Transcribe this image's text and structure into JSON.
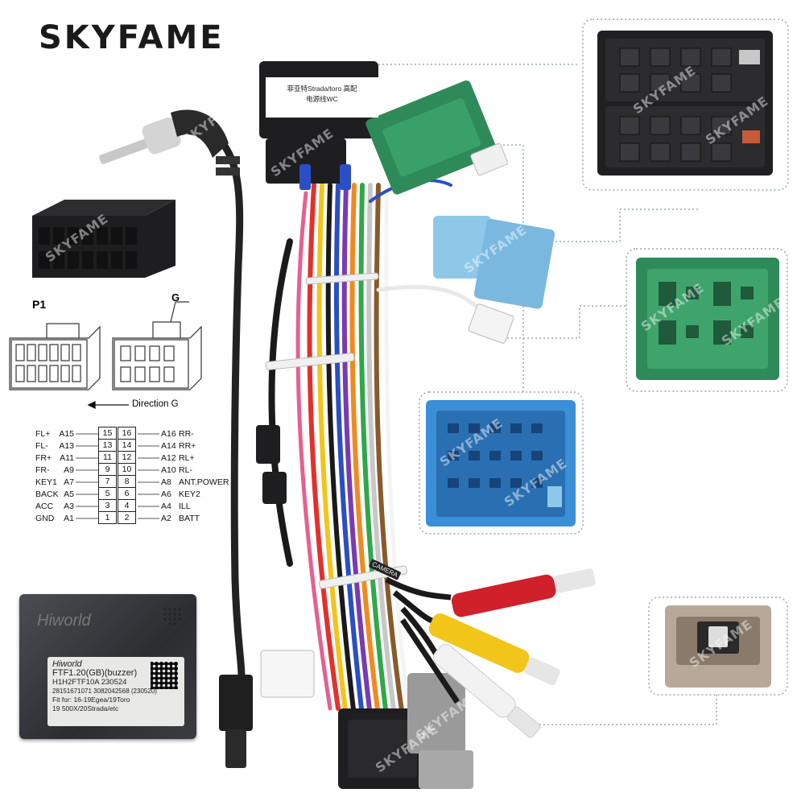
{
  "brand": "SKYFAME",
  "watermark": "SKYFAME",
  "diagram": {
    "p1_label": "P1",
    "g_label": "G",
    "direction_label": "Direction G"
  },
  "pinout": {
    "rows": [
      {
        "left_label": "FL+",
        "left_code": "A15",
        "left_pin": "15",
        "right_pin": "16",
        "right_code": "A16",
        "right_label": "RR-"
      },
      {
        "left_label": "FL-",
        "left_code": "A13",
        "left_pin": "13",
        "right_pin": "14",
        "right_code": "A14",
        "right_label": "RR+"
      },
      {
        "left_label": "FR+",
        "left_code": "A11",
        "left_pin": "11",
        "right_pin": "12",
        "right_code": "A12",
        "right_label": "RL+"
      },
      {
        "left_label": "FR-",
        "left_code": "A9",
        "left_pin": "9",
        "right_pin": "10",
        "right_code": "A10",
        "right_label": "RL-"
      },
      {
        "left_label": "KEY1",
        "left_code": "A7",
        "left_pin": "7",
        "right_pin": "8",
        "right_code": "A8",
        "right_label": "ANT.POWER"
      },
      {
        "left_label": "BACK",
        "left_code": "A5",
        "left_pin": "5",
        "right_pin": "6",
        "right_code": "A6",
        "right_label": "KEY2"
      },
      {
        "left_label": "ACC",
        "left_code": "A3",
        "left_pin": "3",
        "right_pin": "4",
        "right_code": "A4",
        "right_label": "ILL"
      },
      {
        "left_label": "GND",
        "left_code": "A1",
        "left_pin": "1",
        "right_pin": "2",
        "right_code": "A2",
        "right_label": "BATT"
      }
    ]
  },
  "module": {
    "brand": "Hiworld",
    "sticker_brand": "Hiworld",
    "sticker_model": "FTF1.20(GB)(buzzer)",
    "sticker_line2": "H1H2FTF10A    230524",
    "sticker_line3": "28151671071 3082042568 (230520)",
    "sticker_line4": "Fit for: 16-19Egea/19Toro",
    "sticker_line5": "19 500X/20Strada/etc"
  },
  "harness_tags": {
    "connector_label_line1": "菲亚特Strada/toro 高配",
    "connector_label_line2": "电源线WC",
    "camera_tag": "CAMERA"
  },
  "colors": {
    "green_connector": "#2f8a5a",
    "blue_connector": "#3a8fd6",
    "light_blue_connector": "#8ec8e8",
    "black_connector": "#1e1e20",
    "rca_red": "#d0202a",
    "rca_yellow": "#f2c51a",
    "rca_white": "#f2f2f2"
  }
}
